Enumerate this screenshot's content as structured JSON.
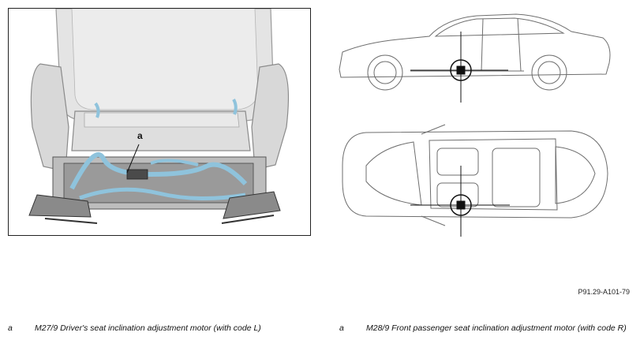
{
  "figure": {
    "callout": "a",
    "code": "P91.29-A101-79"
  },
  "legend": [
    {
      "key": "a",
      "text": "M27/9 Driver's seat inclination adjustment motor (with code L)"
    },
    {
      "key": "a",
      "text": "M28/9 Front passenger seat inclination adjustment motor (with code R)"
    }
  ],
  "colors": {
    "highlight_blue": "#8fc3dc",
    "outline_gray": "#6e6e6e",
    "seat_fill": "#e2e2e2"
  }
}
